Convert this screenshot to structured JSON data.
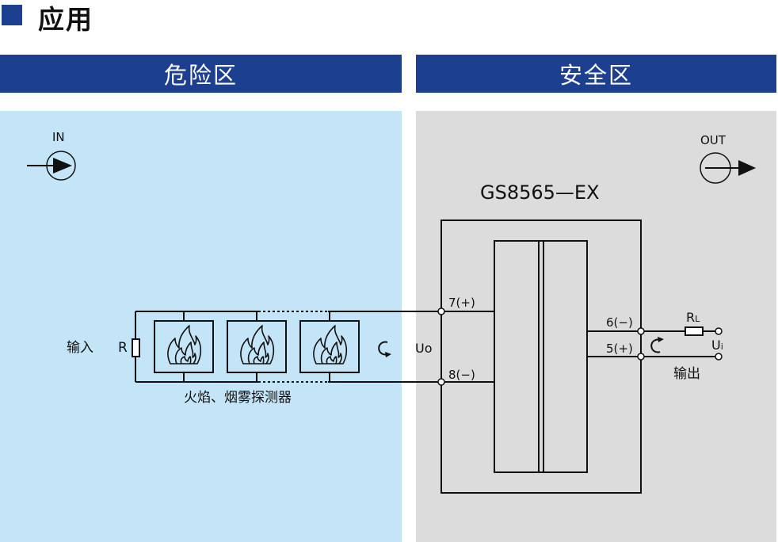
{
  "title": "应用",
  "zones": {
    "hazard": "危险区",
    "safe": "安全区"
  },
  "labels": {
    "in": "IN",
    "out": "OUT",
    "model": "GS8565—EX",
    "input": "输入",
    "resistor": "R",
    "uo": "Uo",
    "terminal_7": "7(+)",
    "terminal_8": "8(−)",
    "terminal_6": "6(−)",
    "terminal_5": "5(+)",
    "rl": "R",
    "rl_sub": "L",
    "ui": "U",
    "ui_sub": "i",
    "output": "输出",
    "detectors": "火焰、烟雾探测器"
  },
  "colors": {
    "header_blue": "#1d3f8f",
    "hazard_bg": "#c4e5f7",
    "safe_bg": "#dcdcdc",
    "line": "#111111"
  }
}
